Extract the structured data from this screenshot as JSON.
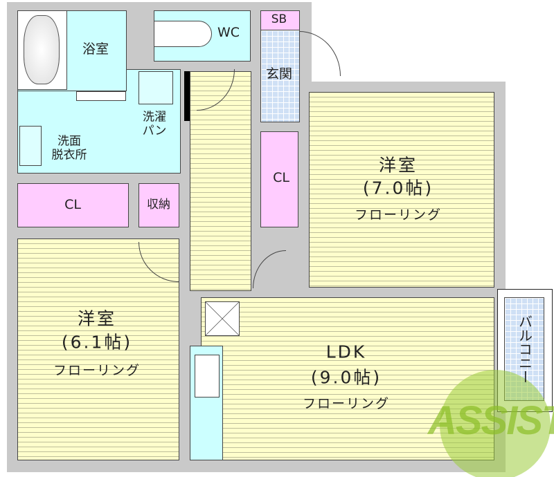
{
  "rooms": {
    "bath": "浴室",
    "wc": "WC",
    "sb": "SB",
    "entrance": "玄関",
    "laundry": "洗濯\nパン",
    "washroom": "洗面\n脱衣所",
    "cl_left": "CL",
    "storage": "収納",
    "cl_right": "CL",
    "western_7": {
      "name": "洋室",
      "size": "(7.0帖)",
      "floor": "フローリング"
    },
    "western_6": {
      "name": "洋室",
      "size": "(6.1帖)",
      "floor": "フローリング"
    },
    "ldk": {
      "name": "LDK",
      "size": "(9.0帖)",
      "floor": "フローリング"
    },
    "balcony": "バルコニー"
  },
  "logo": "ASSIST",
  "colors": {
    "wet": "#ccffff",
    "closet": "#ffccff",
    "floor": "#ffffcc",
    "tile": "#cfe0f5",
    "wall": "#c9c9c9",
    "logo": "#9ccc3c"
  }
}
